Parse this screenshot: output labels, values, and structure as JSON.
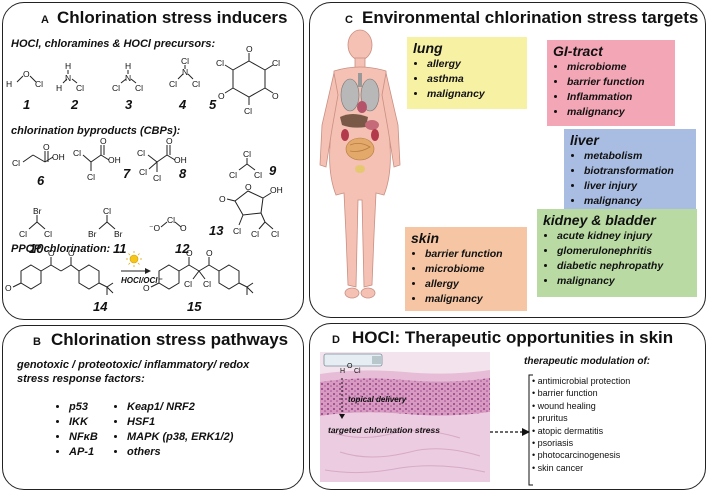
{
  "panelA": {
    "letter": "A",
    "title": "Chlorination stress inducers",
    "sub1": "HOCl, chloramines & HOCl precursors:",
    "sub2": "chlorination byproducts (CBPs):",
    "sub3": "PPCP chlorination:",
    "reaction_label": "HOCl/OCl⁻",
    "compound_numbers": [
      "1",
      "2",
      "3",
      "4",
      "5",
      "6",
      "7",
      "8",
      "9",
      "10",
      "11",
      "12",
      "13",
      "14",
      "15"
    ],
    "atoms": {
      "H": "H",
      "O": "O",
      "Cl": "Cl",
      "N": "N",
      "Br": "Br",
      "OH": "OH",
      "omin": "⁻O"
    }
  },
  "panelB": {
    "letter": "B",
    "title": "Chlorination stress pathways",
    "subtitle_line1": "genotoxic / proteotoxic/ inflammatory/ redox",
    "subtitle_line2": "stress response factors:",
    "col1": [
      "p53",
      "IKK",
      "NFκB",
      "AP-1"
    ],
    "col2": [
      "Keap1/ NRF2",
      "HSF1",
      "MAPK (p38, ERK1/2)",
      "others"
    ]
  },
  "panelC": {
    "letter": "C",
    "title": "Environmental chlorination stress targets",
    "boxes": [
      {
        "title": "lung",
        "items": [
          "allergy",
          "asthma",
          "malignancy"
        ],
        "color": "#f7f1a4"
      },
      {
        "title": "GI-tract",
        "items": [
          "microbiome",
          "barrier function",
          "Inflammation",
          "malignancy"
        ],
        "color": "#f3a6b5"
      },
      {
        "title": "liver",
        "items": [
          "metabolism",
          "biotransformation",
          "liver injury",
          "malignancy"
        ],
        "color": "#a9bde3"
      },
      {
        "title": "kidney & bladder",
        "items": [
          "acute kidney injury",
          "glomerulonephritis",
          "diabetic nephropathy",
          "malignancy"
        ],
        "color": "#b9dba3"
      },
      {
        "title": "skin",
        "items": [
          "barrier function",
          "microbiome",
          "allergy",
          "malignancy"
        ],
        "color": "#f6c6a4"
      }
    ]
  },
  "panelD": {
    "letter": "D",
    "title": "HOCl: Therapeutic opportunities in skin",
    "topical_delivery": "topical delivery",
    "targeted_stress": "targeted chlorination stress",
    "therapeutic_heading": "therapeutic modulation of:",
    "therapeutic_items": [
      "antimicrobial protection",
      "barrier function",
      "wound healing",
      "pruritus",
      "atopic dermatitis",
      "psoriasis",
      "photocarcinogenesis",
      "skin cancer"
    ]
  }
}
